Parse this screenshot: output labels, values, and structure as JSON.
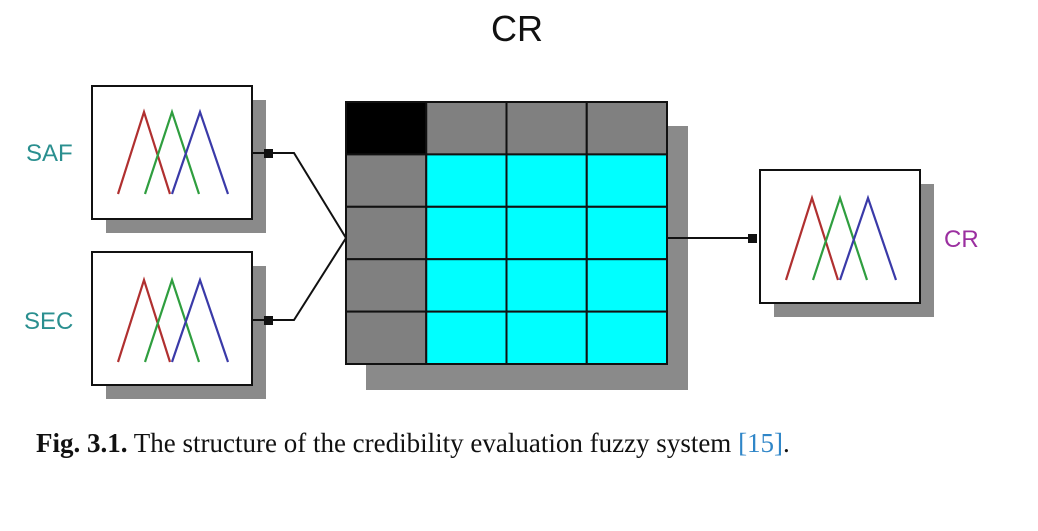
{
  "diagram": {
    "title": "CR",
    "inputs": [
      {
        "label": "SAF"
      },
      {
        "label": "SEC"
      }
    ],
    "output": {
      "label": "CR"
    },
    "rule_table": {
      "rows": 5,
      "cols": 4
    },
    "colors": {
      "input_label": "#2a8f8f",
      "output_label": "#9b2fa0",
      "table_header": "#808080",
      "table_corner": "#000000",
      "table_cell": "#00ffff",
      "shadow": "#8a8a8a",
      "mf_red": "#b03030",
      "mf_green": "#2f9e3f",
      "mf_blue": "#3a3aa8"
    }
  },
  "caption": {
    "label": "Fig. 3.1.",
    "text": " The structure of the credibility evaluation fuzzy system ",
    "citation": "[15]",
    "end": "."
  }
}
